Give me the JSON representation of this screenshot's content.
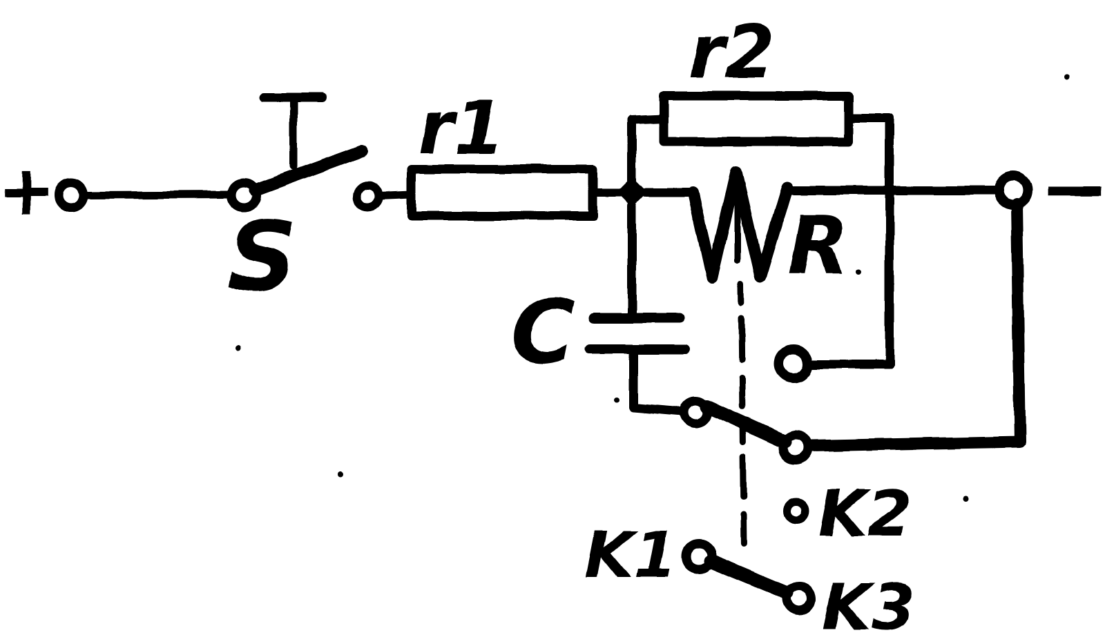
{
  "diagram": {
    "type": "hand-drawn relay circuit schematic (scanned)",
    "background": "#ffffff",
    "ink_color": "#000000",
    "labels": {
      "plus_terminal": "+",
      "minus_terminal": "−",
      "switch": "S",
      "resistor1": "r1",
      "resistor2": "r2",
      "relay_winding": "R",
      "capacitor": "C",
      "contact_k1": "K1",
      "contact_k2": "K2",
      "contact_k3": "K3"
    }
  }
}
